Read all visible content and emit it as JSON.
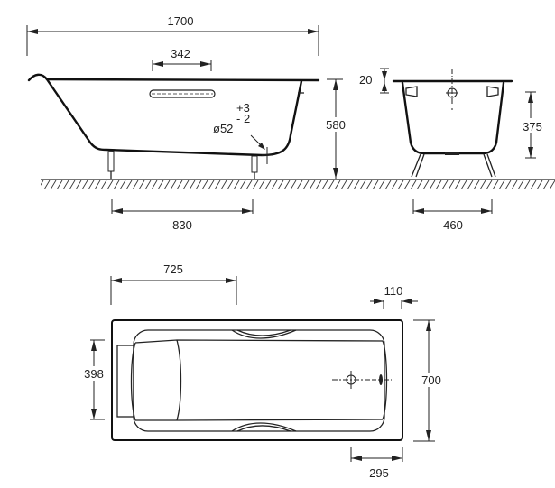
{
  "side_view": {
    "overall_length": "1700",
    "handle_width": "342",
    "height": "580",
    "leg_spacing": "830",
    "drain_diameter": "ø52",
    "drain_tol_plus": "+3",
    "drain_tol_minus": "- 2"
  },
  "end_view": {
    "rim_thickness": "20",
    "overflow_height": "375",
    "leg_spacing": "460"
  },
  "top_view": {
    "handle_position": "725",
    "overflow_offset": "110",
    "headrest_width": "398",
    "overall_width": "700",
    "drain_position": "295"
  },
  "colors": {
    "line": "#222222",
    "background": "#ffffff"
  }
}
